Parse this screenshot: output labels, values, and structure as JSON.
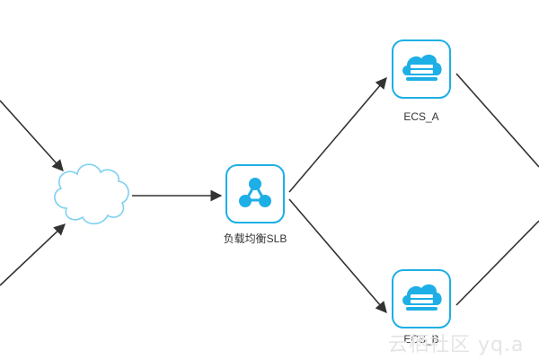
{
  "colors": {
    "accent": "#1EAFE6",
    "accent_light": "#7DD0F0",
    "edge": "#333333",
    "text": "#333333",
    "watermark": "#e4e4e4"
  },
  "nodes": {
    "internet": {
      "icon": "cloud-icon"
    },
    "slb": {
      "icon": "load-balancer-icon",
      "label": "负载均衡SLB"
    },
    "ecs_a": {
      "icon": "cloud-server-icon",
      "label": "ECS_A"
    },
    "ecs_b": {
      "icon": "cloud-server-icon",
      "label": "ECS_B"
    }
  },
  "watermark": {
    "text": "云栖社区 yq.a"
  }
}
